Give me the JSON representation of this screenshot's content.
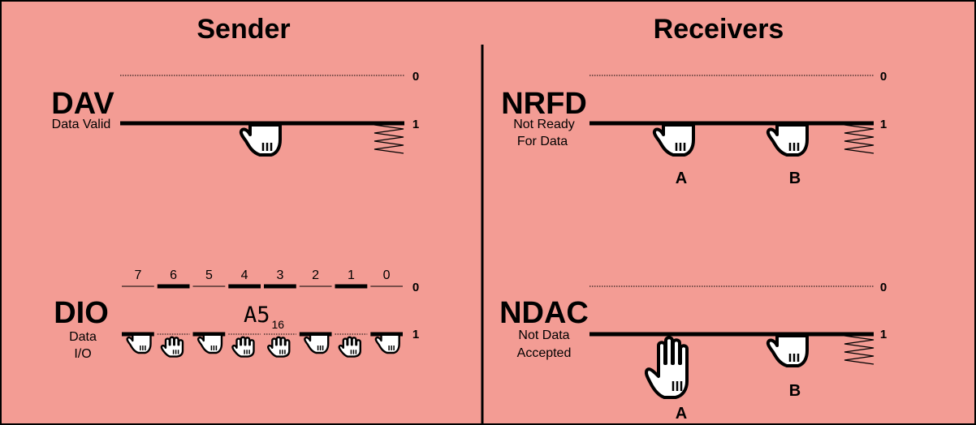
{
  "panels": {
    "sender": {
      "title": "Sender",
      "dav": {
        "name": "DAV",
        "desc": "Data Valid",
        "level0": "0",
        "level1": "1"
      },
      "dio": {
        "name": "DIO",
        "desc_line1": "Data",
        "desc_line2": "I/O",
        "level0": "0",
        "level1": "1",
        "value": "A5",
        "radix": "16",
        "bits": [
          {
            "label": "7",
            "value": 0
          },
          {
            "label": "6",
            "value": 1
          },
          {
            "label": "5",
            "value": 0
          },
          {
            "label": "4",
            "value": 1
          },
          {
            "label": "3",
            "value": 1
          },
          {
            "label": "2",
            "value": 0
          },
          {
            "label": "1",
            "value": 1
          },
          {
            "label": "0",
            "value": 0
          }
        ]
      }
    },
    "receivers": {
      "title": "Receivers",
      "nrfd": {
        "name": "NRFD",
        "desc_line1": "Not Ready",
        "desc_line2": "For Data",
        "level0": "0",
        "level1": "1",
        "receiver_a": "A",
        "receiver_b": "B"
      },
      "ndac": {
        "name": "NDAC",
        "desc_line1": "Not Data",
        "desc_line2": "Accepted",
        "level0": "0",
        "level1": "1",
        "receiver_a": "A",
        "receiver_b": "B"
      }
    }
  },
  "colors": {
    "background": "#f39c94",
    "line": "#000000",
    "glove": "#ffffff"
  },
  "icons": {
    "hand": "glove-hand-icon",
    "spring": "spring-icon"
  }
}
